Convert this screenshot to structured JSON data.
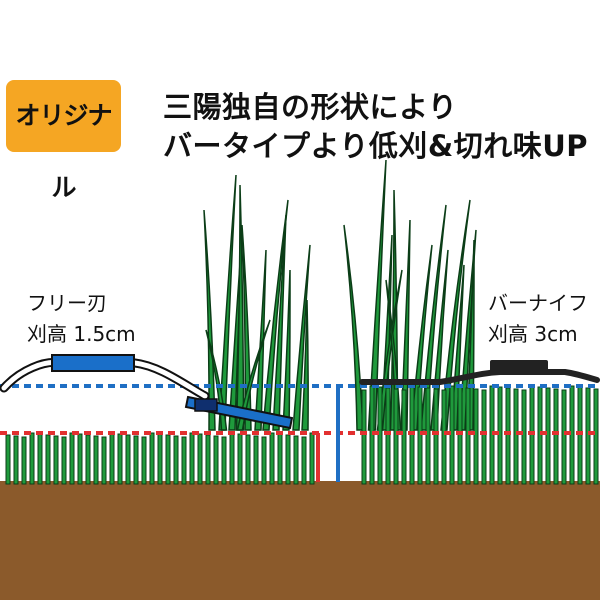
{
  "badge": {
    "label": "オリジナル",
    "color": "#f5a623"
  },
  "headline": {
    "line1": "三陽独自の形状により",
    "line2": "バータイプより低刈&切れ味UP"
  },
  "free_blade": {
    "name": "フリー刃",
    "height_label": "刈高 1.5cm",
    "cut_height_cm": 1.5
  },
  "bar_knife": {
    "name": "バーナイフ",
    "height_label": "刈高 3cm",
    "cut_height_cm": 3
  },
  "colors": {
    "grass": "#1f9a3c",
    "grass_outline": "#0b3d17",
    "soil": "#8b5a2b",
    "blue_line": "#1f6fc4",
    "red_line": "#e23030",
    "blade_blue": "#1a6fc9",
    "blade_black": "#222222"
  }
}
